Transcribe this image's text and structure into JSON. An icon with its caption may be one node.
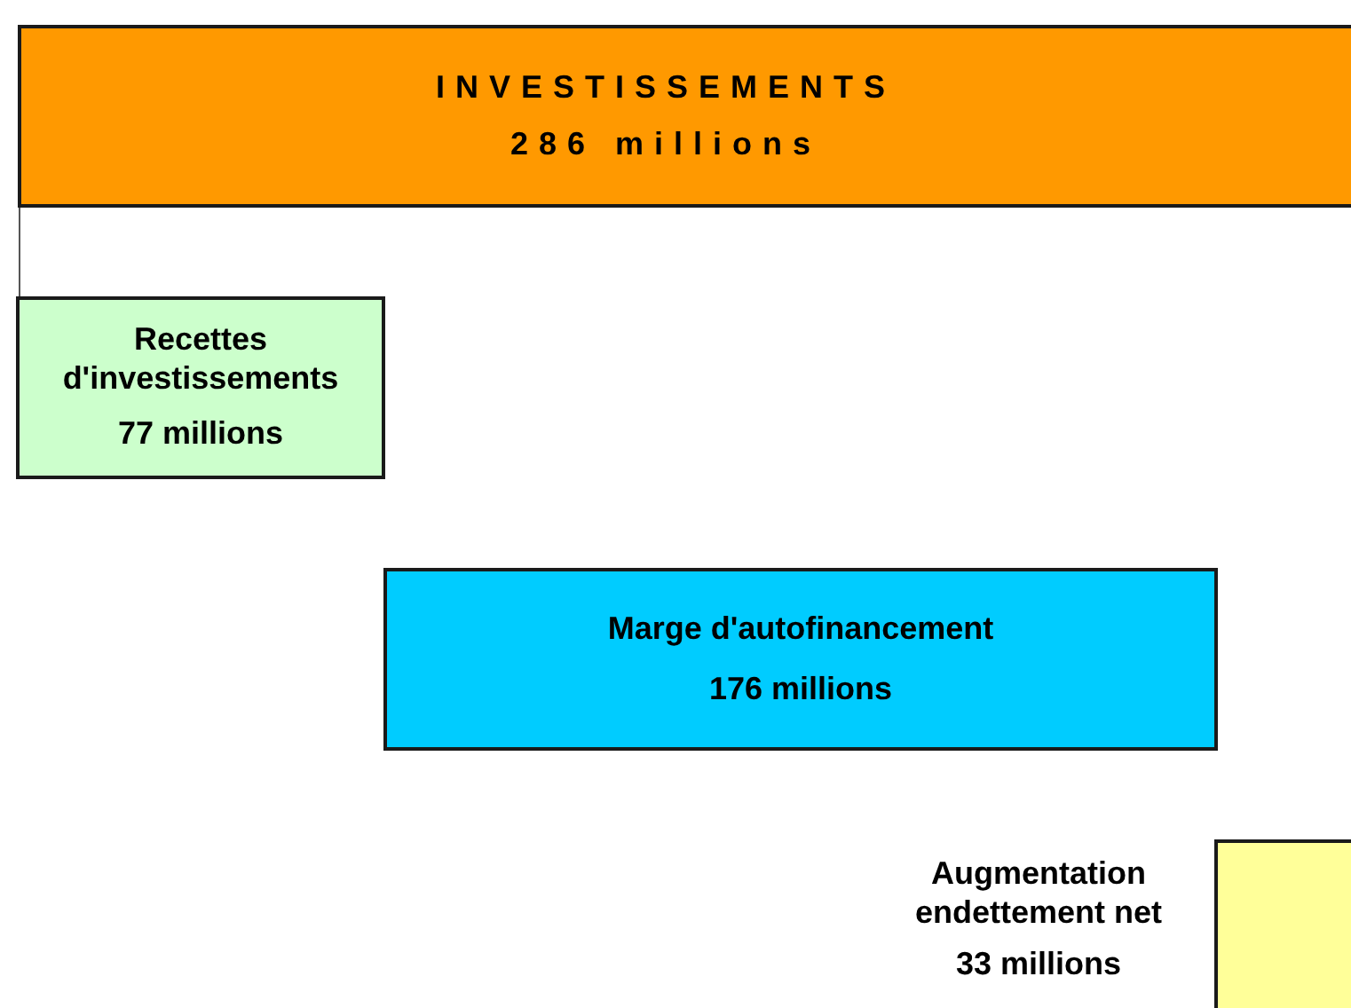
{
  "diagram": {
    "nodes": [
      {
        "text": [
          "INVESTISSEMENTS",
          "286 millions"
        ]
      },
      {
        "text": [
          "Recettes d'investissements",
          "77 millions"
        ]
      },
      {
        "text": [
          "Marge d'autofinancement",
          "176 millions"
        ]
      },
      {
        "text": [],
        "shape": "box",
        "beside": [
          "Augmentation endettement net",
          "33 millions"
        ]
      }
    ],
    "edges": [
      {
        "from": 0,
        "to": 1,
        "arrow": "none"
      }
    ]
  }
}
